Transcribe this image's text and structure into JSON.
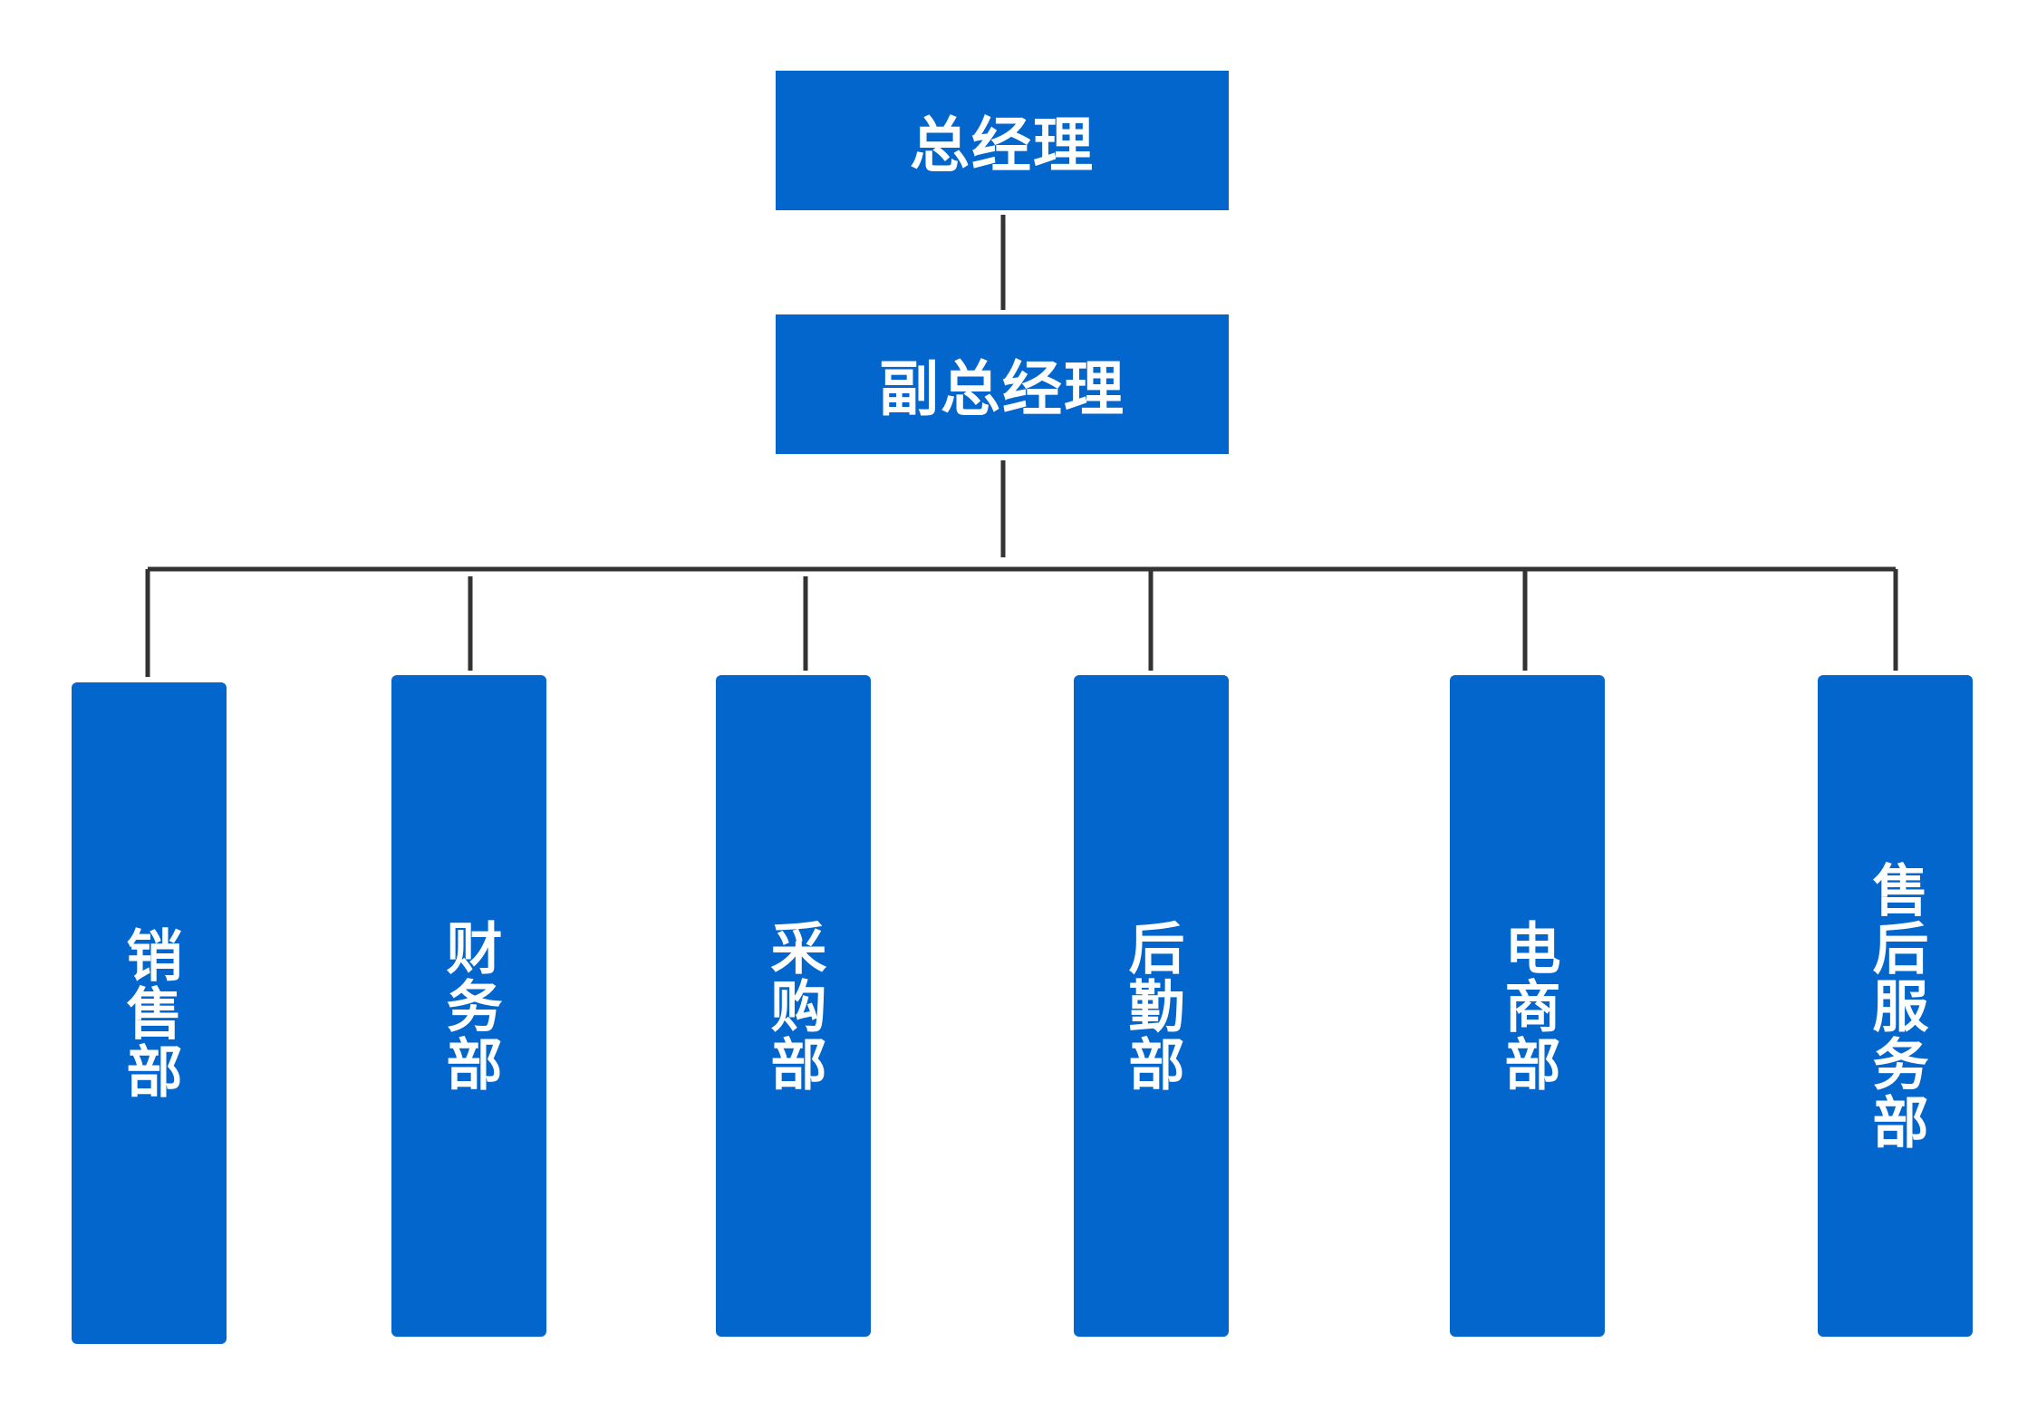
{
  "colors": {
    "box_fill": "#0366CC",
    "text": "#FFFFFF",
    "connector": "#333333",
    "background": "#FFFFFF"
  },
  "nodes": {
    "general_manager": "总经理",
    "deputy_general_manager": "副总经理",
    "departments": [
      "销售部",
      "财务部",
      "采购部",
      "后勤部",
      "电商部",
      "售后服务部"
    ]
  },
  "edges": [
    [
      "总经理",
      "副总经理"
    ],
    [
      "副总经理",
      "销售部"
    ],
    [
      "副总经理",
      "财务部"
    ],
    [
      "副总经理",
      "采购部"
    ],
    [
      "副总经理",
      "后勤部"
    ],
    [
      "副总经理",
      "电商部"
    ],
    [
      "副总经理",
      "售后服务部"
    ]
  ]
}
